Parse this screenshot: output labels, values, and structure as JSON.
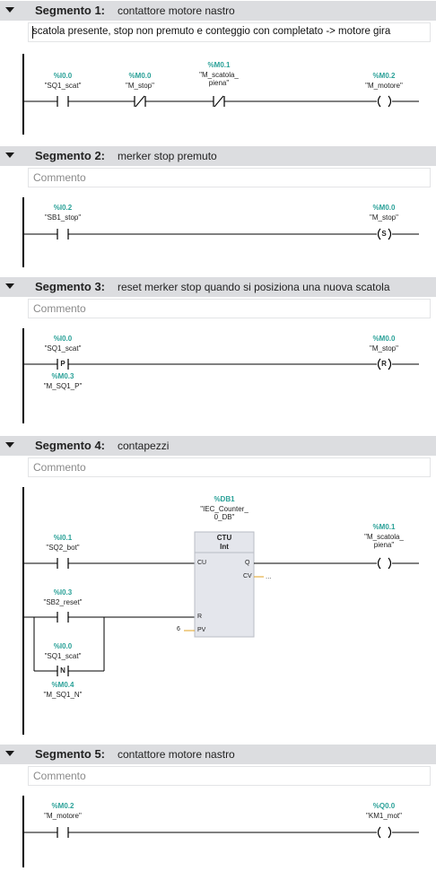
{
  "segments": [
    {
      "title": "Segmento 1:",
      "desc": "contattore motore nastro",
      "comment": "scatola presente, stop non premuto e conteggio con completato -> motore gira",
      "comment_filled": true,
      "c1_addr": "%I0.0",
      "c1_tag": "\"SQ1_scat\"",
      "c2_addr": "%M0.0",
      "c2_tag": "\"M_stop\"",
      "c3_addr": "%M0.1",
      "c3_tag1": "\"M_scatola_",
      "c3_tag2": "piena\"",
      "coil_addr": "%M0.2",
      "coil_tag": "\"M_motore\""
    },
    {
      "title": "Segmento 2:",
      "desc": "merker stop premuto",
      "comment": "Commento",
      "comment_filled": false,
      "c1_addr": "%I0.2",
      "c1_tag": "\"SB1_stop\"",
      "coil_addr": "%M0.0",
      "coil_tag": "\"M_stop\"",
      "coil_letter": "S"
    },
    {
      "title": "Segmento 3:",
      "desc": "reset merker stop quando si posiziona una nuova scatola",
      "comment": "Commento",
      "comment_filled": false,
      "c1_addr": "%I0.0",
      "c1_tag": "\"SQ1_scat\"",
      "c1_letter": "P",
      "c1_aux_addr": "%M0.3",
      "c1_aux_tag": "\"M_SQ1_P\"",
      "coil_addr": "%M0.0",
      "coil_tag": "\"M_stop\"",
      "coil_letter": "R"
    },
    {
      "title": "Segmento 4:",
      "desc": "contapezzi",
      "comment": "Commento",
      "comment_filled": false,
      "db_addr": "%DB1",
      "db_tag1": "\"IEC_Counter_",
      "db_tag2": "0_DB\"",
      "block_name": "CTU",
      "block_type": "Int",
      "pin_cu": "CU",
      "pin_r": "R",
      "pin_pv": "PV",
      "pin_q": "Q",
      "pin_cv": "CV",
      "pv_value": "6",
      "cv_value": "...",
      "c1_addr": "%I0.1",
      "c1_tag": "\"SQ2_bot\"",
      "c2_addr": "%I0.3",
      "c2_tag": "\"SB2_reset\"",
      "c3_addr": "%I0.0",
      "c3_tag": "\"SQ1_scat\"",
      "c3_letter": "N",
      "c3_aux_addr": "%M0.4",
      "c3_aux_tag": "\"M_SQ1_N\"",
      "coil_addr": "%M0.1",
      "coil_tag1": "\"M_scatola_",
      "coil_tag2": "piena\""
    },
    {
      "title": "Segmento 5:",
      "desc": "contattore motore nastro",
      "comment": "Commento",
      "comment_filled": false,
      "c1_addr": "%M0.2",
      "c1_tag": "\"M_motore\"",
      "coil_addr": "%Q0.0",
      "coil_tag": "\"KM1_mot\""
    }
  ],
  "colors": {
    "header_bg": "#dcdde0",
    "address": "#2aa198",
    "block_fill": "#e4e6ec",
    "rail": "#000000"
  }
}
